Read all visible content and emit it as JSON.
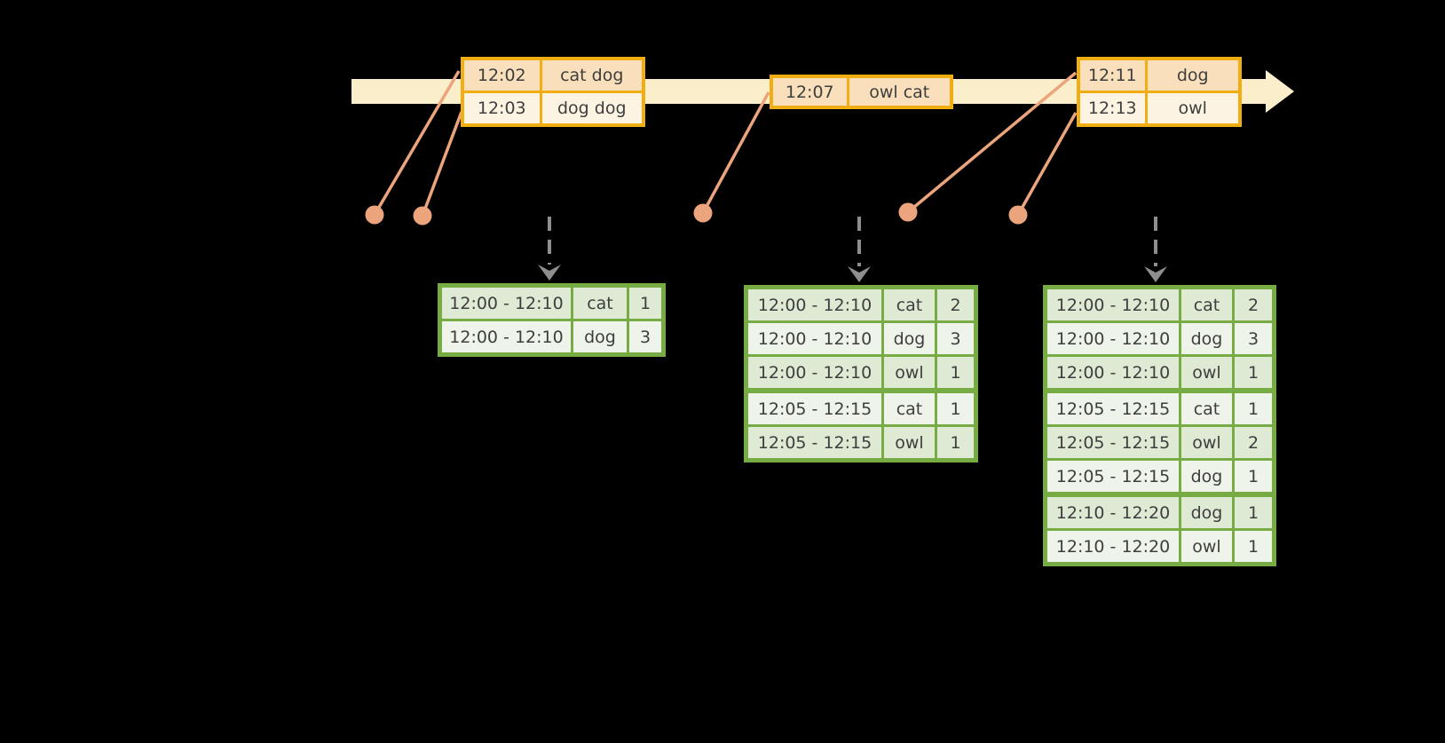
{
  "diagram_title": "",
  "colors": {
    "background": "#000000",
    "timeline_band": "#FBEFCB",
    "event_border": "#F0AE12",
    "event_row_dark": "#F9DFBB",
    "event_row_light": "#FDF3E2",
    "connector_salmon": "#ECA47D",
    "result_border": "#77AC44",
    "result_row_dark": "#DFEAD5",
    "result_row_light": "#EFF4EA",
    "trigger_arrow_gray": "#8E8E8E",
    "text": "#3E3E3E"
  },
  "icons": {
    "timeline_arrowhead": "right-arrow-triangle",
    "trigger_arrow": "dashed-down-arrow-chevron",
    "event_dot": "filled-circle"
  },
  "event_tables": [
    {
      "rows": [
        {
          "time": "12:02",
          "words": "cat dog"
        },
        {
          "time": "12:03",
          "words": "dog dog"
        }
      ]
    },
    {
      "rows": [
        {
          "time": "12:07",
          "words": "owl cat"
        }
      ]
    },
    {
      "rows": [
        {
          "time": "12:11",
          "words": "dog"
        },
        {
          "time": "12:13",
          "words": "owl"
        }
      ]
    }
  ],
  "result_tables": [
    {
      "rows": [
        {
          "window": "12:00 - 12:10",
          "word": "cat",
          "count": "1"
        },
        {
          "window": "12:00 - 12:10",
          "word": "dog",
          "count": "3"
        }
      ]
    },
    {
      "rows": [
        {
          "window": "12:00 - 12:10",
          "word": "cat",
          "count": "2"
        },
        {
          "window": "12:00 - 12:10",
          "word": "dog",
          "count": "3"
        },
        {
          "window": "12:00 - 12:10",
          "word": "owl",
          "count": "1"
        },
        {
          "window": "12:05 - 12:15",
          "word": "cat",
          "count": "1"
        },
        {
          "window": "12:05 - 12:15",
          "word": "owl",
          "count": "1"
        }
      ]
    },
    {
      "rows": [
        {
          "window": "12:00 - 12:10",
          "word": "cat",
          "count": "2"
        },
        {
          "window": "12:00 - 12:10",
          "word": "dog",
          "count": "3"
        },
        {
          "window": "12:00 - 12:10",
          "word": "owl",
          "count": "1"
        },
        {
          "window": "12:05 - 12:15",
          "word": "cat",
          "count": "1"
        },
        {
          "window": "12:05 - 12:15",
          "word": "owl",
          "count": "2"
        },
        {
          "window": "12:05 - 12:15",
          "word": "dog",
          "count": "1"
        },
        {
          "window": "12:10 - 12:20",
          "word": "dog",
          "count": "1"
        },
        {
          "window": "12:10 - 12:20",
          "word": "owl",
          "count": "1"
        }
      ]
    }
  ]
}
